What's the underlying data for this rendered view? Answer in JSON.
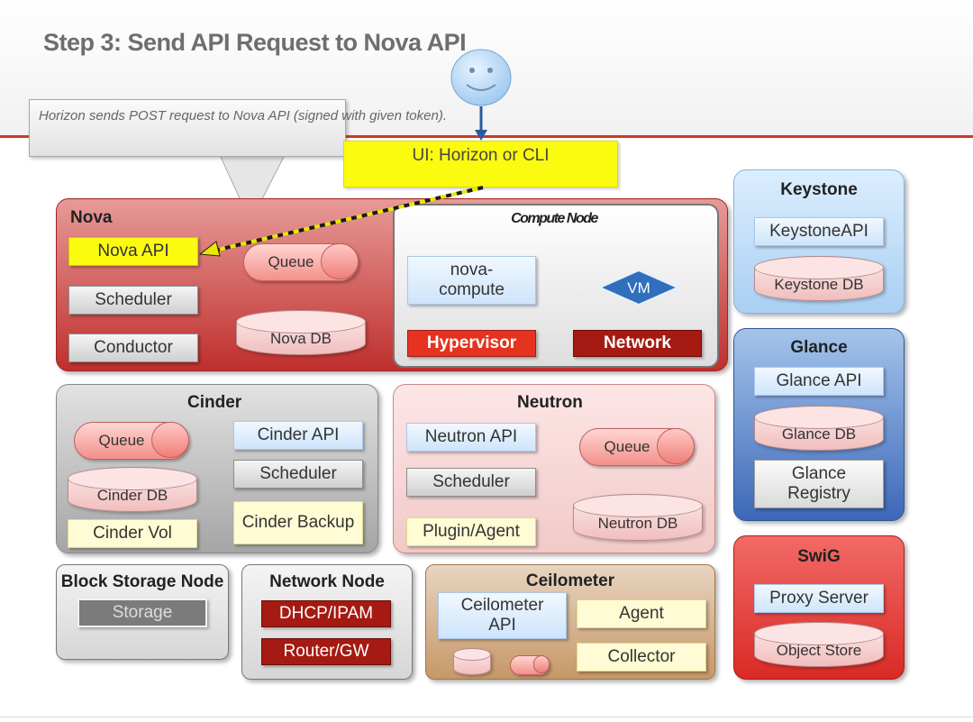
{
  "title": "Step 3: Send API Request to Nova API",
  "callout": "Horizon sends POST request to Nova  API (signed with given token).",
  "ui": "UI: Horizon or CLI",
  "nova": {
    "label": "Nova",
    "api": "Nova API",
    "queue": "Queue",
    "scheduler": "Scheduler",
    "conductor": "Conductor",
    "db": "Nova DB",
    "compute_node": {
      "label": "Compute Node",
      "nova_compute": "nova-compute",
      "vm": "VM",
      "hypervisor": "Hypervisor",
      "network": "Network"
    }
  },
  "cinder": {
    "label": "Cinder",
    "queue": "Queue",
    "api": "Cinder API",
    "scheduler": "Scheduler",
    "db": "Cinder DB",
    "vol": "Cinder Vol",
    "backup": "Cinder Backup"
  },
  "neutron": {
    "label": "Neutron",
    "api": "Neutron API",
    "queue": "Queue",
    "scheduler": "Scheduler",
    "plugin": "Plugin/Agent",
    "db": "Neutron DB"
  },
  "block_storage": {
    "label": "Block Storage Node",
    "storage": "Storage"
  },
  "network_node": {
    "label": "Network Node",
    "dhcp": "DHCP/IPAM",
    "router": "Router/GW"
  },
  "ceilometer": {
    "label": "Ceilometer",
    "api": "Ceilometer API",
    "agent": "Agent",
    "collector": "Collector"
  },
  "keystone": {
    "label": "Keystone",
    "api": "KeystoneAPI",
    "db": "Keystone DB"
  },
  "glance": {
    "label": "Glance",
    "api": "Glance API",
    "db": "Glance DB",
    "registry": "Glance Registry"
  },
  "swig": {
    "label": "SwiG",
    "proxy": "Proxy Server",
    "store": "Object Store"
  },
  "colors": {
    "accent_red": "#d2362b",
    "highlight_yellow": "#fbfb10",
    "request_arrow": "#e8e800"
  }
}
